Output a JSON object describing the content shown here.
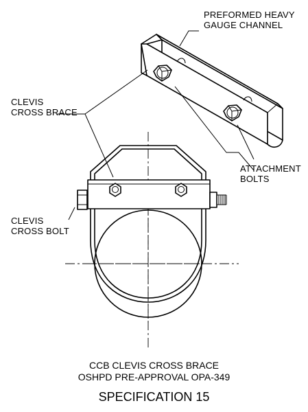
{
  "labels": {
    "channel": "PREFORMED HEAVY\nGAUGE CHANNEL",
    "brace": "CLEVIS\nCROSS BRACE",
    "bolts": "ATTACHMENT\nBOLTS",
    "cross_bolt": "CLEVIS\nCROSS BOLT"
  },
  "caption": {
    "line1": "CCB CLEVIS CROSS BRACE",
    "line2": "OSHPD PRE-APPROVAL OPA-349",
    "spec": "SPECIFICATION 15"
  }
}
